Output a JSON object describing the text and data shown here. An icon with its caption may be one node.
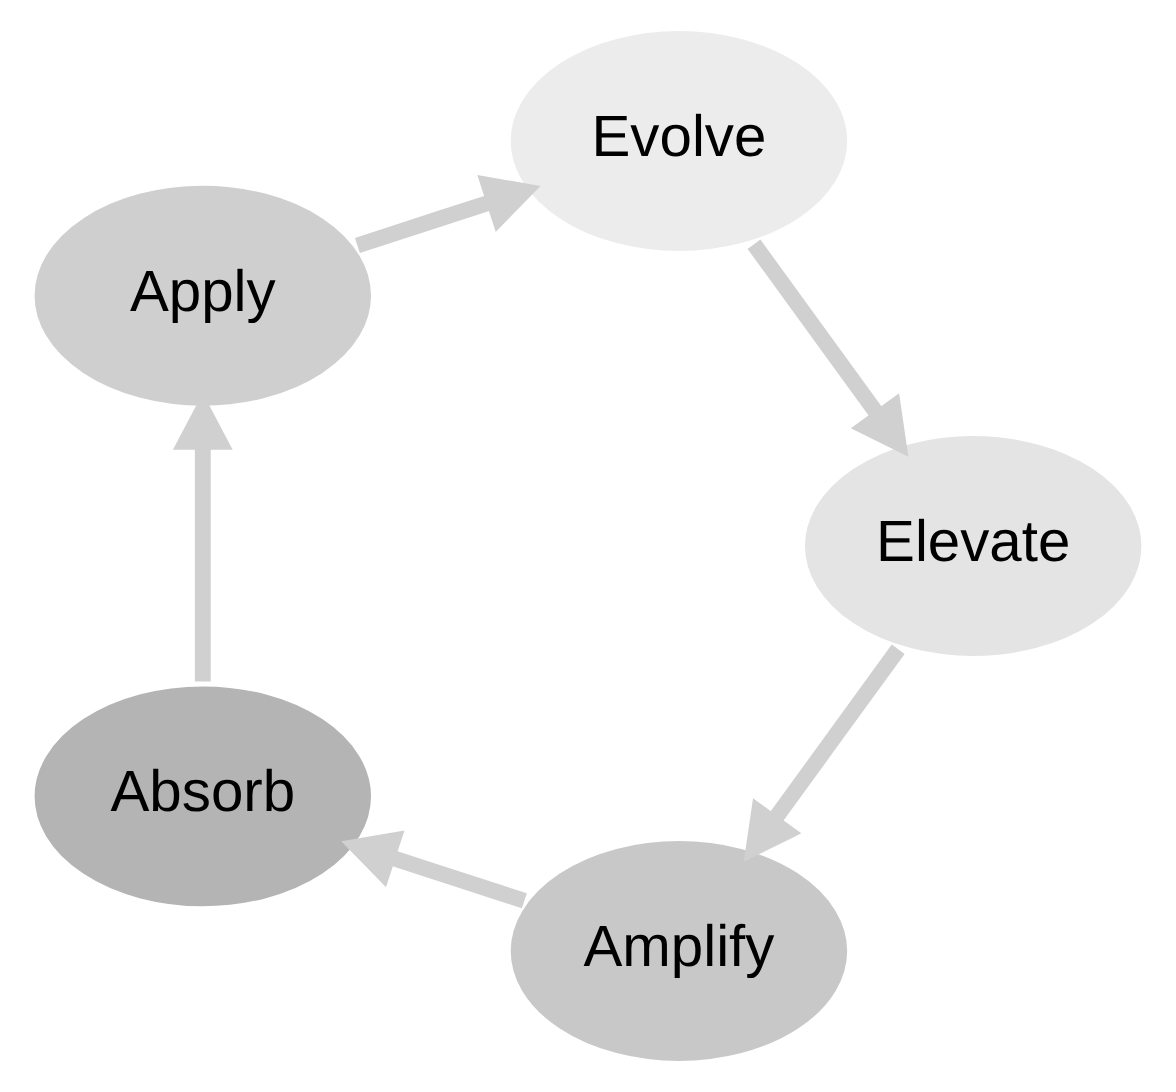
{
  "diagram": {
    "nodes": [
      {
        "text": [
          "Amplify"
        ]
      },
      {
        "text": [
          "Absorb"
        ]
      },
      {
        "text": [
          "Elevate"
        ]
      },
      {
        "text": [
          "Apply"
        ]
      },
      {
        "text": [
          "Evolve"
        ]
      }
    ],
    "edges": [
      {
        "from": 1,
        "to": 3,
        "arrow": "to"
      },
      {
        "from": 3,
        "to": 4,
        "arrow": "to"
      },
      {
        "from": 4,
        "to": 2,
        "arrow": "to"
      },
      {
        "from": 2,
        "to": 0,
        "arrow": "to"
      },
      {
        "from": 0,
        "to": 1,
        "arrow": "to"
      }
    ]
  }
}
